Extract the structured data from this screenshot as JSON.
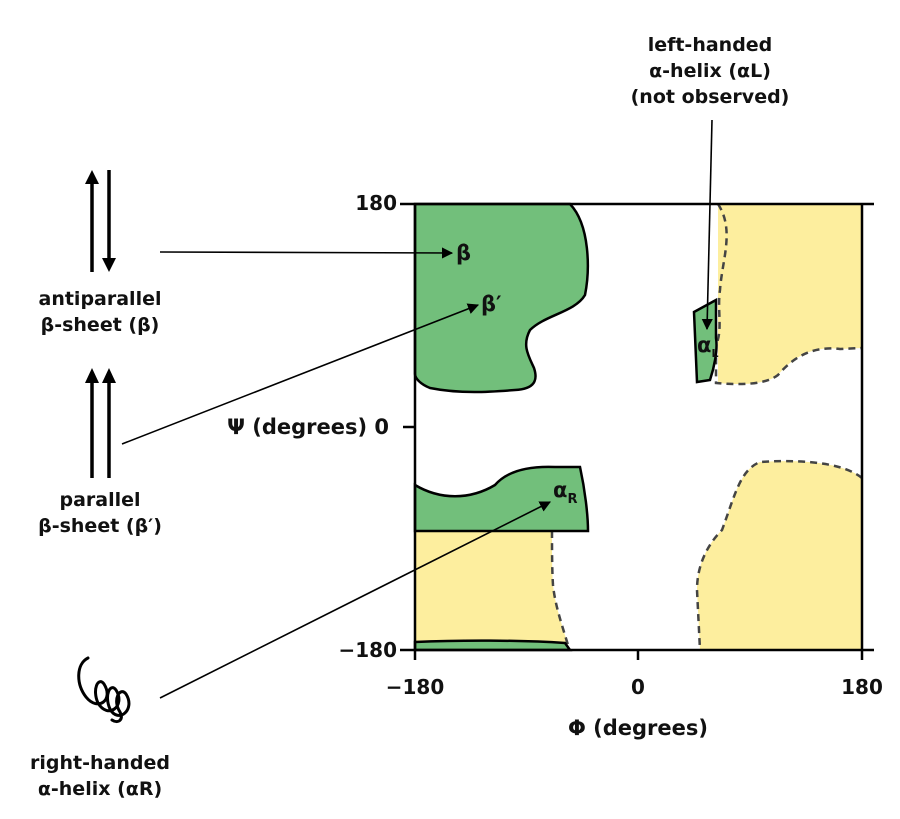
{
  "colors": {
    "allowed_green": "#72BF7B",
    "permitted_yellow": "#FDEE9E",
    "line": "#000000"
  },
  "axes": {
    "psi_label": "Ψ (degrees) 0",
    "psi_ticks": [
      "180",
      "−180"
    ],
    "phi_ticks": [
      "−180",
      "0",
      "180"
    ],
    "phi_label": "Φ (degrees)",
    "range": [
      -180,
      180
    ]
  },
  "regions": {
    "beta": "β",
    "beta_prime": "β′",
    "alpha_r": {
      "main": "α",
      "sub": "R"
    },
    "alpha_l": {
      "main": "α",
      "sub": "L"
    }
  },
  "legend": {
    "antiparallel": [
      "antiparallel",
      "β-sheet (β)"
    ],
    "parallel": [
      "parallel",
      "β-sheet (β′)"
    ],
    "right_helix": [
      "right-handed",
      "α-helix (αR)"
    ],
    "left_helix": [
      "left-handed",
      "α-helix (αL)",
      "(not observed)"
    ]
  },
  "icons": [
    "antiparallel-arrows-icon",
    "parallel-arrows-icon",
    "helix-coil-icon"
  ]
}
